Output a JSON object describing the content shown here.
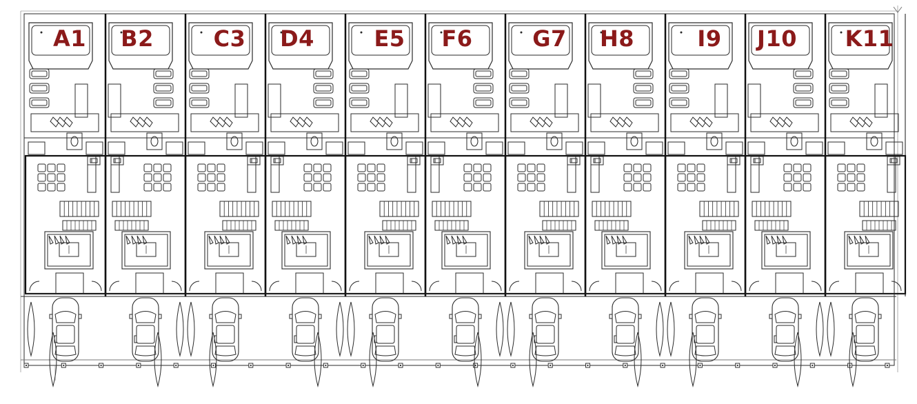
{
  "plan": {
    "units": [
      {
        "label": "A1"
      },
      {
        "label": "B2"
      },
      {
        "label": "C3"
      },
      {
        "label": "D4"
      },
      {
        "label": "E5"
      },
      {
        "label": "F6"
      },
      {
        "label": "G7"
      },
      {
        "label": "H8"
      },
      {
        "label": "I9"
      },
      {
        "label": "J10"
      },
      {
        "label": "K11"
      }
    ],
    "colors": {
      "label": "#8b1a1a",
      "line": "#2a2a2a",
      "wall": "#111111",
      "light": "#777777"
    }
  }
}
